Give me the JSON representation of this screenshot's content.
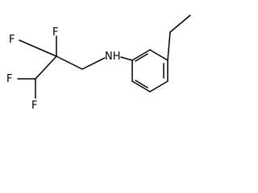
{
  "molecule": {
    "atoms": {
      "nh": "NH",
      "f1": "F",
      "f2": "F",
      "f3": "F",
      "f4": "F"
    }
  }
}
